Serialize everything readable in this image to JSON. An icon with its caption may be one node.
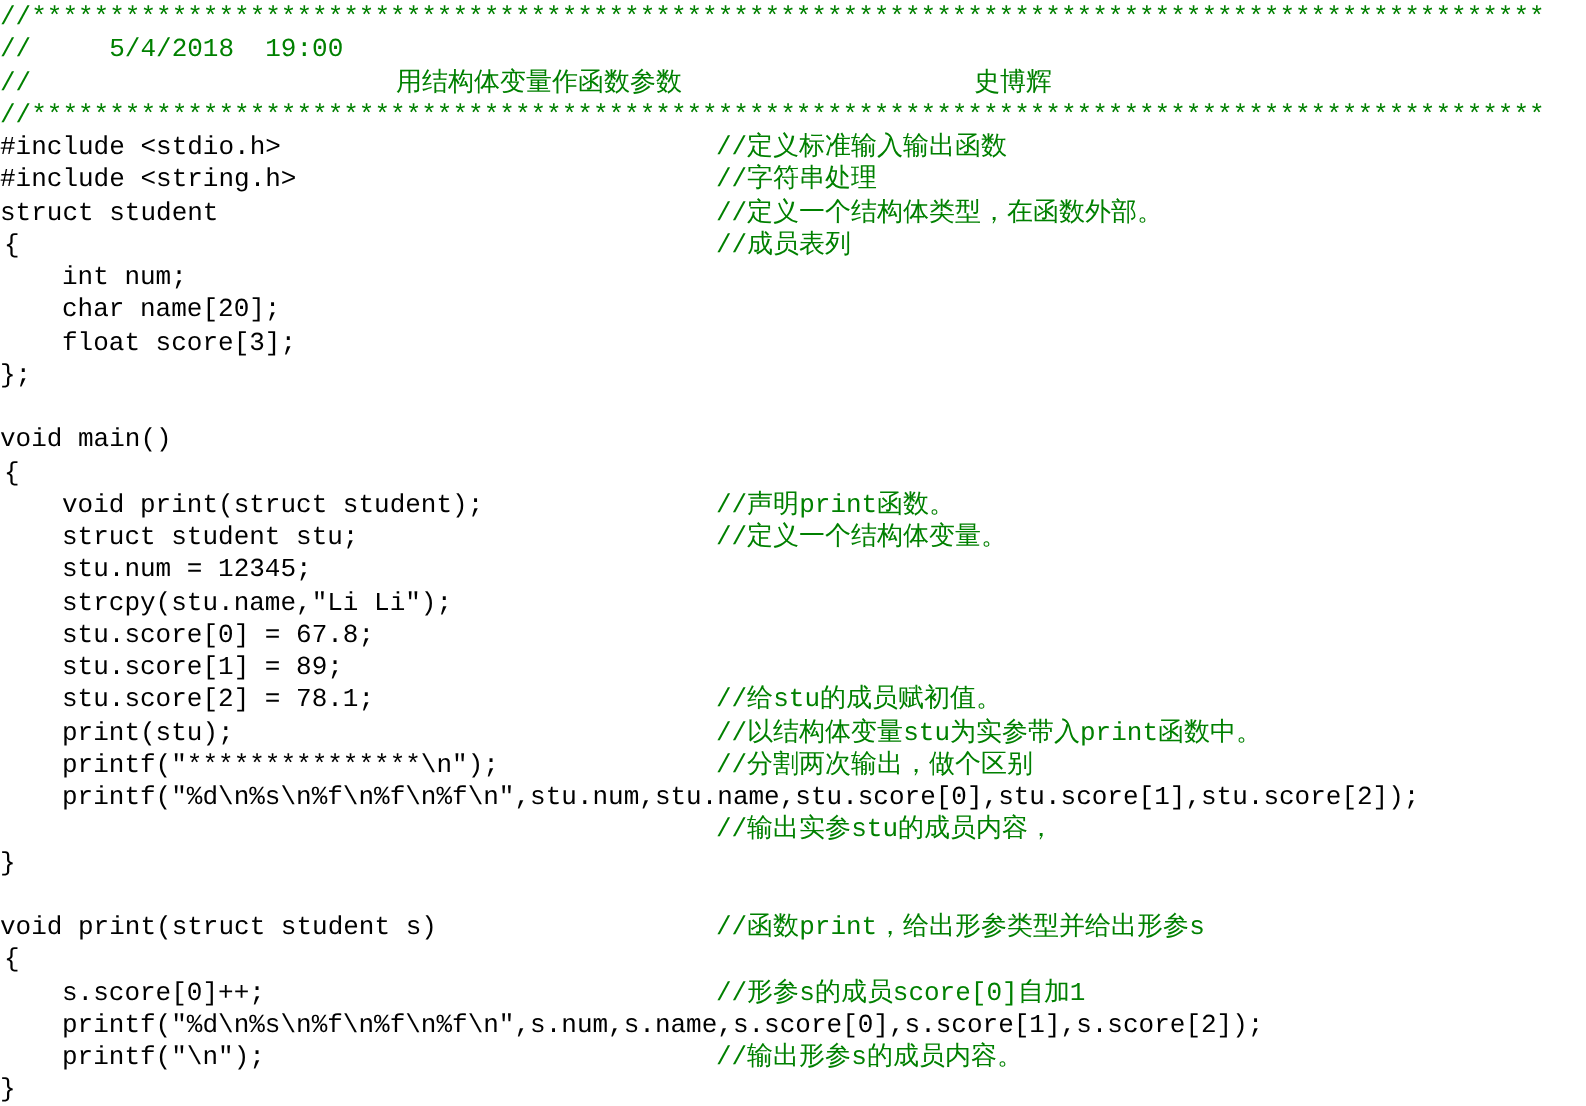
{
  "diagram": {
    "labels": [
      "//*************************************************************************************************",
      "//     5/4/2018  19:00",
      "//",
      "用结构体变量作函数参数",
      "史博辉",
      "//*************************************************************************************************",
      "#include <stdio.h>",
      "//定义标准输入输出函数",
      "#include <string.h>",
      "//字符串处理",
      "struct student",
      "//定义一个结构体类型，在函数外部。",
      "{",
      "//成员表列",
      "int num;",
      "char name[20];",
      "float score[3];",
      "};",
      "void main()",
      "{",
      "void print(struct student);",
      "//声明print函数。",
      "struct student stu;",
      "//定义一个结构体变量。",
      "stu.num = 12345;",
      "strcpy(stu.name,\"Li Li\");",
      "stu.score[0] = 67.8;",
      "stu.score[1] = 89;",
      "stu.score[2] = 78.1;",
      "//给stu的成员赋初值。",
      "print(stu);",
      "//以结构体变量stu为实参带入print函数中。",
      "printf(\"***************\\n\");",
      "//分割两次输出，做个区别",
      "printf(\"%d\\n%s\\n%f\\n%f\\n%f\\n\",stu.num,stu.name,stu.score[0],stu.score[1],stu.score[2]);",
      "//输出实参stu的成员内容，",
      "}",
      "void print(struct student s)",
      "//函数print，给出形参类型并给出形参s",
      "{",
      "s.score[0]++;",
      "//形参s的成员score[0]自加1",
      "printf(\"%d\\n%s\\n%f\\n%f\\n%f\\n\",s.num,s.name,s.score[0],s.score[1],s.score[2]);",
      "printf(\"\\n\");",
      "//输出形参s的成员内容。",
      "}"
    ]
  }
}
